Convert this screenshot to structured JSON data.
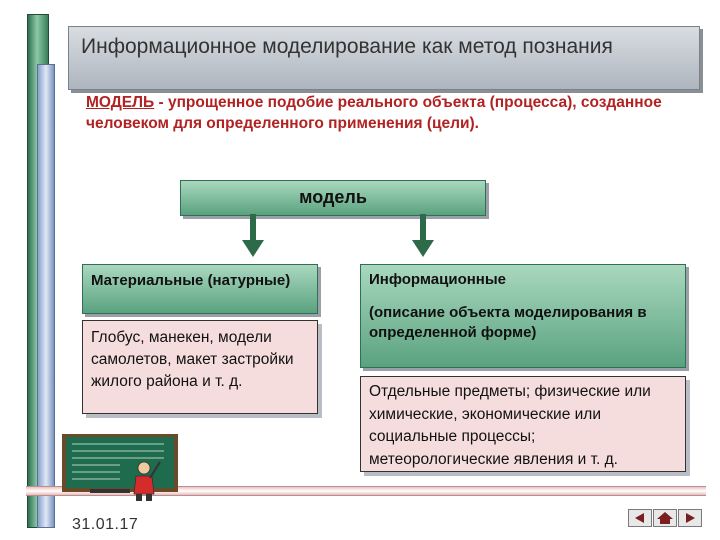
{
  "slide": {
    "title": "Информационное моделирование как метод познания",
    "definition": {
      "term": "МОДЕЛЬ",
      "text": " - упрощенное подобие реального объекта (процесса), созданное человеком для определенного применения (цели)."
    },
    "root_box": {
      "label": "модель"
    },
    "material": {
      "label": "Материальные (натурные)",
      "examples": "Глобус, манекен, модели самолетов, макет застройки жилого района и т. д."
    },
    "informational": {
      "label": "Информационные",
      "description": "(описание объекта моделирования в определенной форме)",
      "examples": "Отдельные предметы; физические или химические, экономические или социальные процессы; метеорологические явления и т. д."
    },
    "date": "31.01.17"
  },
  "colors": {
    "accent_red": "#b22222",
    "box_green": "#5aa27f",
    "box_pink": "#f6dddd",
    "arrow_green": "#2d6a4a"
  },
  "icons": {
    "arrow": "arrow-down-icon",
    "nav_prev": "nav-prev-icon",
    "nav_home": "nav-home-icon",
    "nav_next": "nav-next-icon",
    "clipart": "teacher-chalkboard-icon"
  }
}
